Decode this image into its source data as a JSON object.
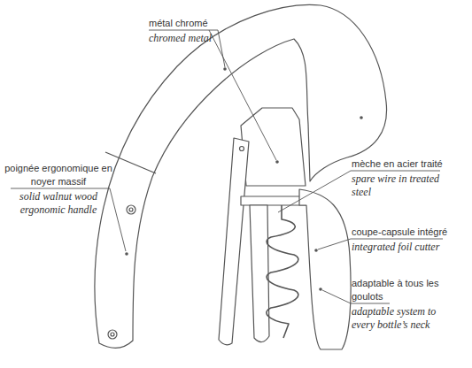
{
  "diagram": {
    "labels": [
      "métal chromé",
      "chromed metal",
      "poignée ergonomique en noyer massif",
      "solid walnut wood ergonomic handle",
      "mèche en acier traité",
      "spare wire in treated steel",
      "coupe-capsule intégré",
      "integrated foil cutter",
      "adaptable à tous les goulots",
      "adaptable system to every bottle’s neck"
    ]
  }
}
